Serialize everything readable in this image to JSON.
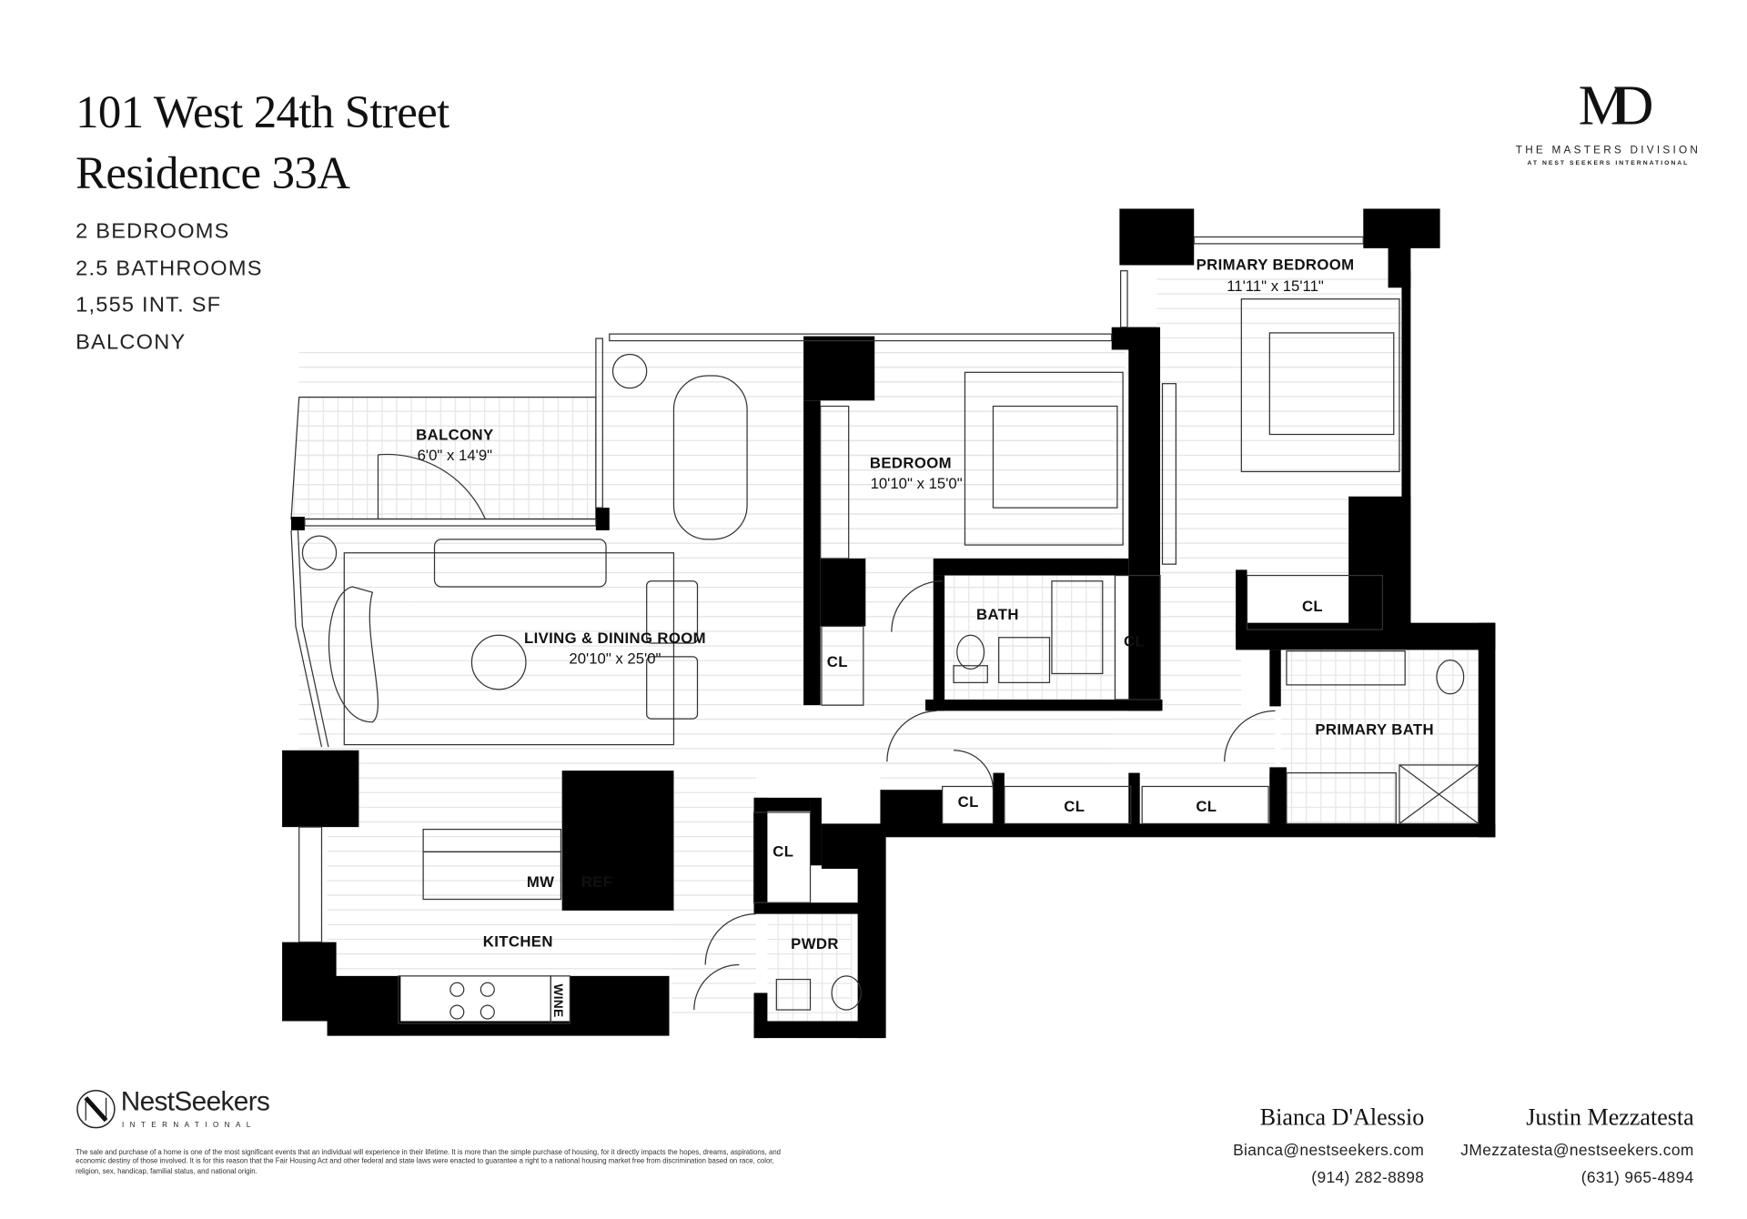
{
  "header": {
    "address": "101 West 24th Street",
    "residence": "Residence 33A",
    "specs": [
      "2 BEDROOMS",
      "2.5 BATHROOMS",
      "1,555 INT. SF",
      "BALCONY"
    ]
  },
  "masters_logo": {
    "monogram": "MD",
    "name": "THE MASTERS DIVISION",
    "sub": "AT NEST SEEKERS INTERNATIONAL"
  },
  "nestseekers_logo": {
    "name": "NestSeekers",
    "sub": "INTERNATIONAL"
  },
  "disclaimer": "The sale and purchase of a home is one of the most significant events that an individual will experience in their lifetime. It is more than the simple purchase of housing, for it directly impacts the hopes, dreams, aspirations, and economic destiny of those involved. It is for this reason that the Fair Housing Act and other federal and state laws were enacted to guarantee a right to a national housing market free from discrimination based on race, color, religion, sex, handicap, familial status, and national origin.",
  "agents": [
    {
      "name": "Bianca D'Alessio",
      "email": "Bianca@nestseekers.com",
      "phone": "(914) 282-8898"
    },
    {
      "name": "Justin Mezzatesta",
      "email": "JMezzatesta@nestseekers.com",
      "phone": "(631) 965-4894"
    }
  ],
  "rooms": {
    "balcony": {
      "label": "BALCONY",
      "dims": "6'0\" x 14'9\""
    },
    "living": {
      "label": "LIVING & DINING ROOM",
      "dims": "20'10\" x 25'0\""
    },
    "bedroom": {
      "label": "BEDROOM",
      "dims": "10'10\" x 15'0\""
    },
    "primary_bedroom": {
      "label": "PRIMARY BEDROOM",
      "dims": "11'11\" x 15'11\""
    },
    "bath": "BATH",
    "primary_bath": "PRIMARY BATH",
    "kitchen": "KITCHEN",
    "pwdr": "PWDR",
    "mw": "MW",
    "ref": "REF",
    "wine": "WINE",
    "closet": "CL"
  }
}
